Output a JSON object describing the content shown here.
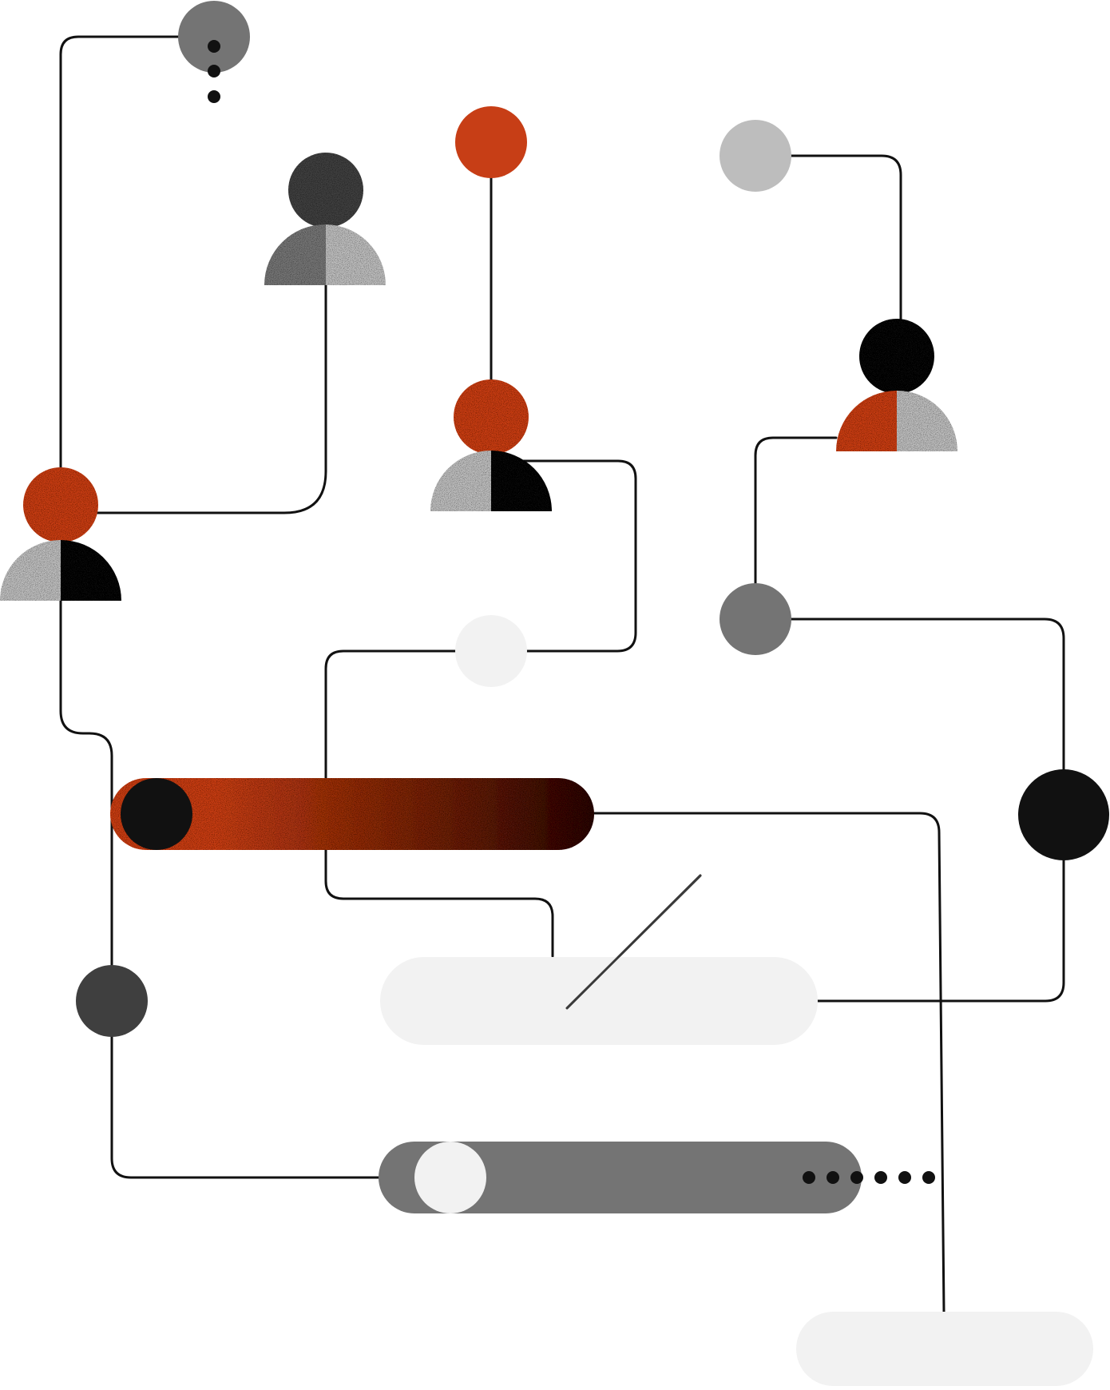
{
  "diagram": {
    "type": "abstract-network-illustration",
    "text": [],
    "palette": {
      "orange": "#C73E16",
      "black": "#111111",
      "dark_gray": "#3F3F3F",
      "mid_gray": "#747474",
      "light_gray": "#BDBDBD",
      "pale_gray": "#F2F2F2",
      "line": "#111111",
      "background": "#FFFFFF"
    },
    "people": [
      {
        "name": "person-top-center",
        "head": "dark_gray",
        "body_left": "mid_gray",
        "body_right": "light_gray"
      },
      {
        "name": "person-left",
        "head": "orange",
        "body_left": "light_gray",
        "body_right": "black"
      },
      {
        "name": "person-center",
        "head": "orange",
        "body_left": "light_gray",
        "body_right": "black"
      },
      {
        "name": "person-right",
        "head": "black",
        "body_left": "orange",
        "body_right": "light_gray"
      }
    ],
    "nodes": [
      {
        "name": "node-top-gray",
        "color": "mid_gray"
      },
      {
        "name": "node-top-orange",
        "color": "orange"
      },
      {
        "name": "node-top-right-light",
        "color": "light_gray"
      },
      {
        "name": "node-center-pale",
        "color": "pale_gray"
      },
      {
        "name": "node-right-gray",
        "color": "mid_gray"
      },
      {
        "name": "node-right-black",
        "color": "black"
      },
      {
        "name": "node-left-dark",
        "color": "dark_gray"
      }
    ],
    "pills": [
      {
        "name": "pill-orange-slider",
        "color": "orange",
        "knob": "black"
      },
      {
        "name": "pill-pale-center",
        "color": "pale_gray"
      },
      {
        "name": "pill-gray-slider",
        "color": "mid_gray",
        "knob": "pale_gray"
      },
      {
        "name": "pill-pale-bottom",
        "color": "pale_gray"
      }
    ]
  }
}
